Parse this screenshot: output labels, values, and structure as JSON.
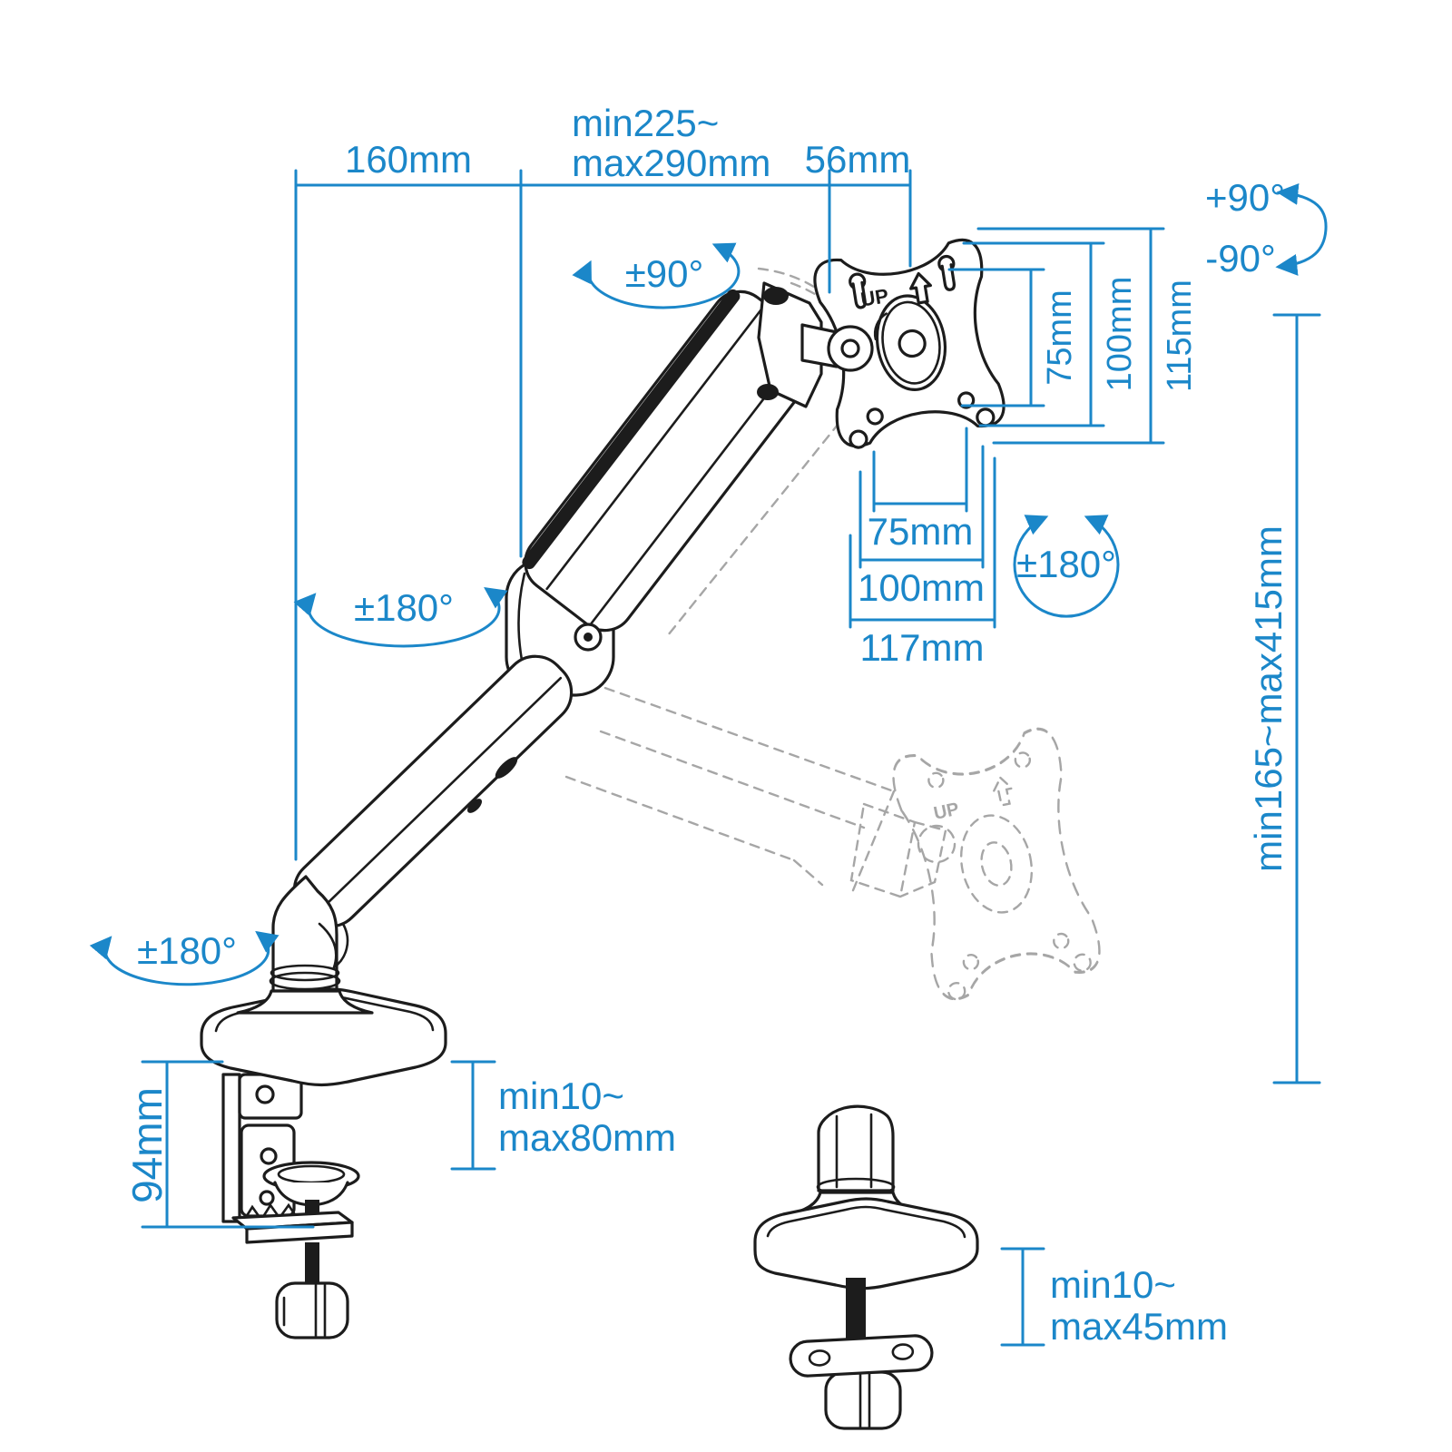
{
  "title": "Gas-spring monitor desk mount arm dimension diagram",
  "colors": {
    "dimension_blue": "#1b87c9",
    "line_art_black": "#1c1c1c",
    "ghost_gray": "#a6a6a6",
    "background": "#ffffff"
  },
  "dimensions": {
    "base_offset": "160mm",
    "extension_min": "min225~",
    "extension_max": "max290mm",
    "head_depth": "56mm",
    "vesa_vertical_75": "75mm",
    "vesa_vertical_100": "100mm",
    "plate_height": "115mm",
    "vesa_horizontal_75": "75mm",
    "vesa_horizontal_100": "100mm",
    "plate_width": "117mm",
    "height_range": "min165~max415mm",
    "clamp_bracket_height": "94mm",
    "desk_thickness_min": "min10~",
    "desk_thickness_max": "max80mm",
    "grommet_thickness_min": "min10~",
    "grommet_thickness_max": "max45mm"
  },
  "rotations": {
    "tilt_up": "+90°",
    "tilt_down": "-90°",
    "head_swivel": "±90°",
    "plate_rotation": "±180°",
    "elbow_swivel": "±180°",
    "base_swivel": "±180°"
  },
  "markings": {
    "plate_up": "UP",
    "ghost_plate_up": "UP"
  }
}
